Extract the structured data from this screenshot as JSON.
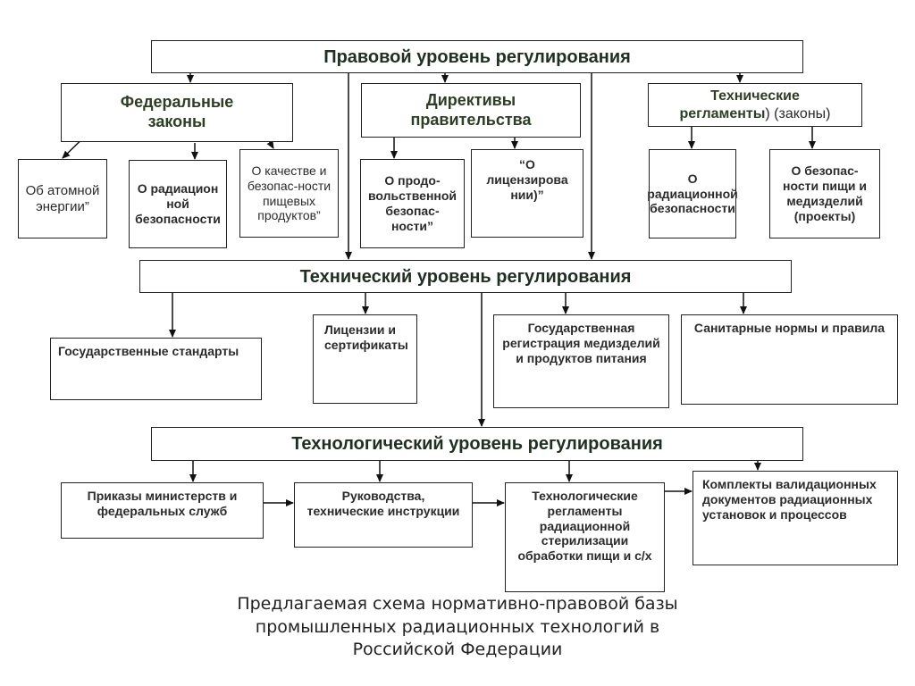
{
  "levels": {
    "legal": "Правовой уровень регулирования",
    "technical": "Технический уровень регулирования",
    "technological": "Технологический уровень регулирования"
  },
  "legal": {
    "federal_laws": "Федеральные законы",
    "directives": "Директивы правительства",
    "tech_regs_bold": "Технические регламенты",
    "tech_regs_rest": ") (законы)",
    "atomic": "Об атомной энергии”",
    "radiation_safety_fed": "О радиацион ной безопасности",
    "food_quality": "О качестве и безопас-ности пищевых продуктов”",
    "food_safety_dir": "О продо-вольственной безопас-ности”",
    "licensing": "“О лицензирова нии)”",
    "radiation_safety_reg": "О радиационной безопасности",
    "food_med_safety": "О безопас-ности пищи и медизделий (проекты)"
  },
  "technical": {
    "state_standards": "Государственные стандарты",
    "licenses": "Лицензии и сертификаты",
    "state_registration": "Государственная регистрация медизделий и продуктов питания",
    "sanitary": "Санитарные нормы и правила"
  },
  "technological": {
    "orders": "Приказы министерств и федеральных служб",
    "guides": "Руководства, технические инструкции",
    "tech_regulations": "Технологические регламенты радиационной стерилизации обработки пищи и с/х",
    "validation_sets": "Комплекты валидационных документов радиационных установок и процессов"
  },
  "caption": {
    "line1": "Предлагаемая схема нормативно-правовой базы",
    "line2": "промышленных радиационных технологий в",
    "line3": "Российской Федерации"
  }
}
